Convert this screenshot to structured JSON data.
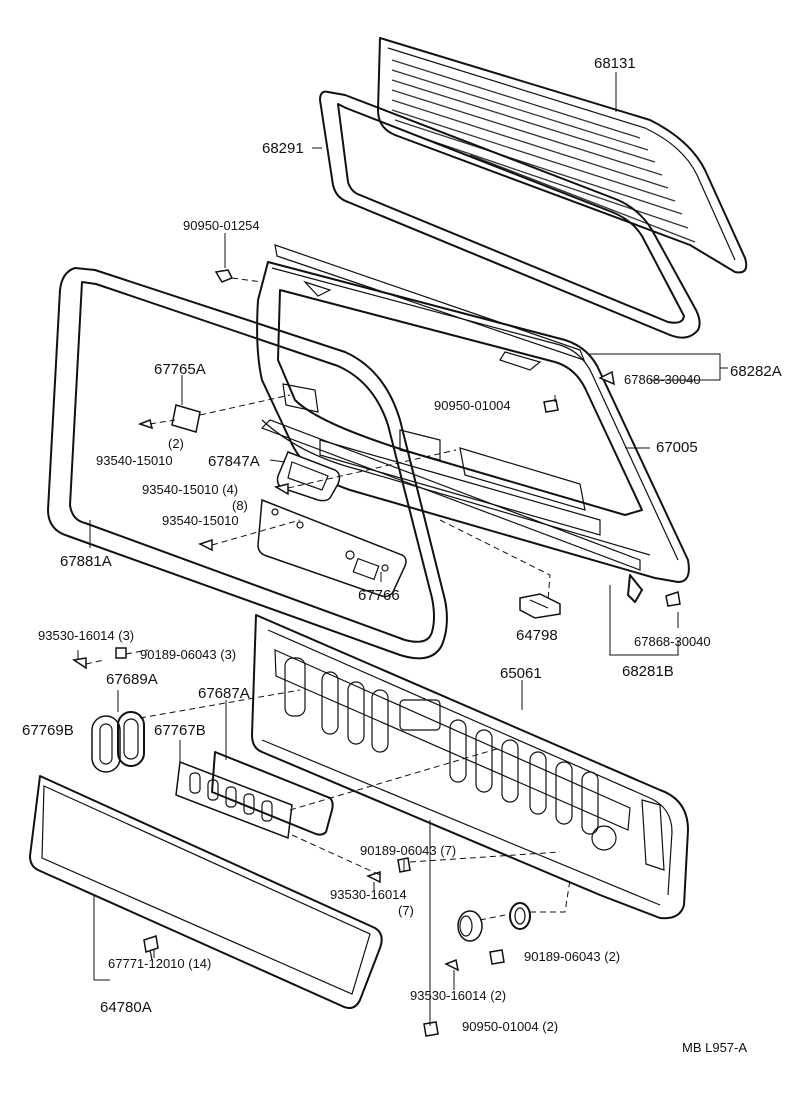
{
  "labels": {
    "p68131": "68131",
    "p68291": "68291",
    "p90950_01254": "90950-01254",
    "p68282A": "68282A",
    "p67868_30040_top": "67868-30040",
    "p90950_01004": "90950-01004",
    "p67765A": "67765A",
    "p2": "(2)",
    "p93540_15010_a": "93540-15010",
    "p67005": "67005",
    "p67847A": "67847A",
    "p93540_15010_4": "93540-15010 (4)",
    "p8": "(8)",
    "p93540_15010_b": "93540-15010",
    "p67881A": "67881A",
    "p67766": "67766",
    "p64798": "64798",
    "p67868_30040_bot": "67868-30040",
    "p68281B": "68281B",
    "p93530_16014_3": "93530-16014 (3)",
    "p90189_06043_3": "90189-06043 (3)",
    "p67689A": "67689A",
    "p67687A": "67687A",
    "p65061": "65061",
    "p67769B": "67769B",
    "p67767B": "67767B",
    "p90189_06043_7": "90189-06043 (7)",
    "p93530_16014": "93530-16014",
    "p7": "(7)",
    "p67771_12010": "67771-12010 (14)",
    "p90189_06043_2": "90189-06043 (2)",
    "p64780A": "64780A",
    "p93530_16014_2": "93530-16014 (2)",
    "p90950_01004_2": "90950-01004 (2)",
    "footer": "MB  L957-A"
  }
}
